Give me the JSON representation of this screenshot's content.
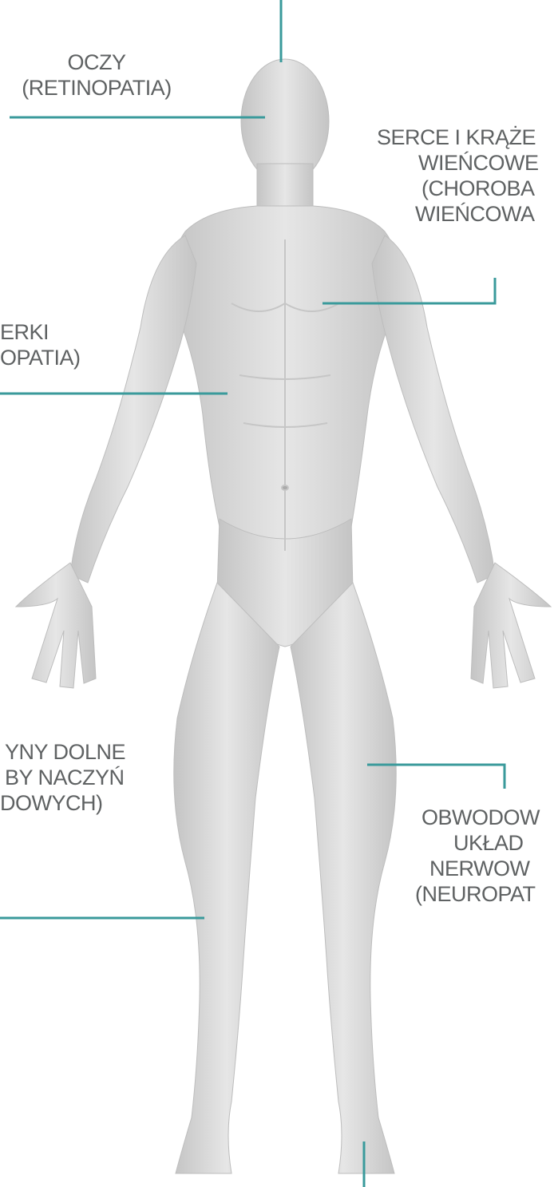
{
  "colors": {
    "leader_line": "#3a9a9b",
    "label_text": "#5f6263",
    "body_fill": "#d9d9d9",
    "body_shade": "#b8b8b8"
  },
  "labels": {
    "eyes": [
      "OCZY",
      "(RETINOPATIA)"
    ],
    "heart": [
      "SERCE I KRĄŻE",
      "WIEŃCOWE",
      "(CHOROBA",
      "WIEŃCOWA"
    ],
    "kidneys": [
      "ERKI",
      "OPATIA)"
    ],
    "legs": [
      "YNY DOLNE",
      "BY NACZYŃ",
      "DOWYCH)"
    ],
    "nerves": [
      "OBWODOW",
      "UKŁAD",
      "NERWOW",
      "(NEUROPAT"
    ]
  }
}
